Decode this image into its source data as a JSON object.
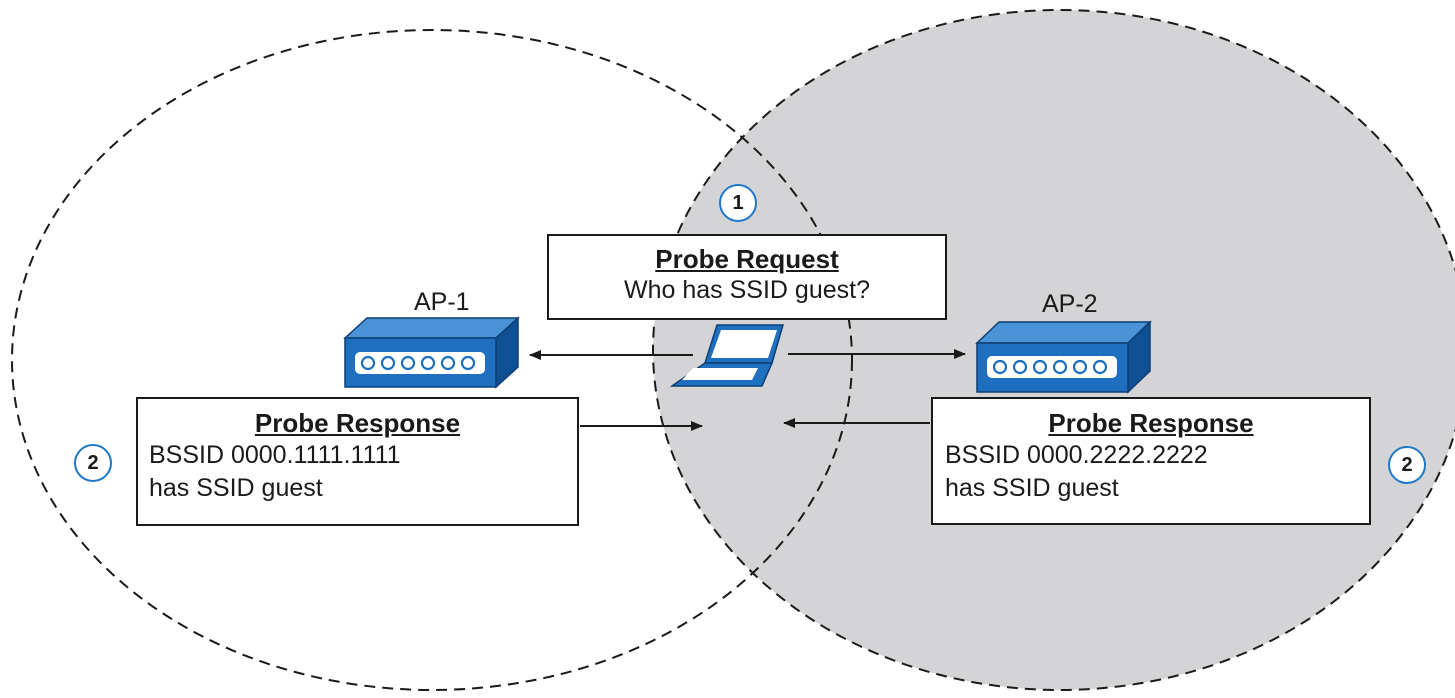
{
  "request": {
    "step": "1",
    "title": "Probe Request",
    "line1": "Who has SSID guest?"
  },
  "ap1": {
    "label": "AP-1",
    "step": "2",
    "response_title": "Probe Response",
    "line1": "BSSID 0000.1111.1111",
    "line2": "has SSID guest"
  },
  "ap2": {
    "label": "AP-2",
    "step": "2",
    "response_title": "Probe Response",
    "line1": "BSSID 0000.2222.2222",
    "line2": "has SSID guest"
  },
  "colors": {
    "ap_body": "#1f6fc0",
    "ap_top": "#4a93d6",
    "ap_side": "#0f4f94",
    "laptop": "#2070c0",
    "coverage_ap2": "#d4d4d6",
    "step_ring": "#1e78c8",
    "line": "#1a1a1a"
  },
  "icons": [
    "access-point-icon",
    "laptop-icon",
    "arrow-right-icon",
    "arrow-left-icon"
  ]
}
